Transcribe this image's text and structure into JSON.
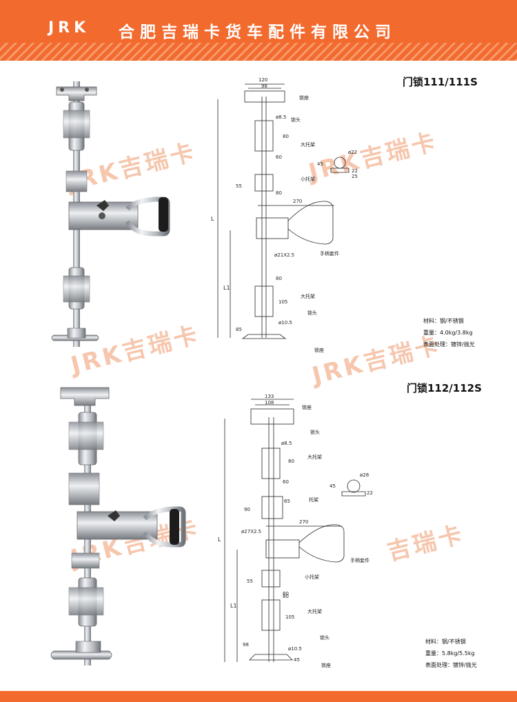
{
  "header": {
    "brand": "JRK",
    "company": "合肥吉瑞卡货车配件有限公司"
  },
  "watermark": {
    "text": "JRK吉瑞卡",
    "short": "吉瑞卡"
  },
  "products": [
    {
      "title": "门锁111/111S",
      "specs": {
        "material": "材料：钢/不锈钢",
        "weight": "重量：4.0kg/3.8kg",
        "surface": "表面处理：镀锌/抛光"
      },
      "labels": {
        "lock_seat": "锁座",
        "lock_head": "锁头",
        "big_bracket": "大托架",
        "small_bracket": "小托架",
        "handle_set": "手柄套件",
        "L": "L",
        "L1": "L1"
      },
      "dims": {
        "d120": "120",
        "d98": "98",
        "d8_5": "ø8.5",
        "d80a": "80",
        "d60": "60",
        "d55": "55",
        "d80b": "80",
        "d270": "270",
        "d21": "ø21X2.5",
        "d80c": "80",
        "d105": "105",
        "d10_5": "ø10.5",
        "d85": "85",
        "d22": "ø22",
        "d45": "45",
        "d22b": "22",
        "d25": "25"
      }
    },
    {
      "title": "门锁112/112S",
      "specs": {
        "material": "材料：钢/不锈钢",
        "weight": "重量：5.8kg/5.5kg",
        "surface": "表面处理：镀锌/抛光"
      },
      "labels": {
        "lock_seat": "锁座",
        "lock_head": "锁头",
        "big_bracket": "大托架",
        "bracket": "托架",
        "small_bracket": "小托架",
        "big_bracket2": "大托架",
        "handle_set": "手柄套件",
        "lock_head2": "锁头",
        "lock_seat2": "锁座",
        "L": "L",
        "L1": "L1"
      },
      "dims": {
        "d133": "133",
        "d108": "108",
        "d8_5": "ø8.5",
        "d80a": "80",
        "d60": "60",
        "d90": "90",
        "d65": "65",
        "d270": "270",
        "d27": "ø27X2.5",
        "d55": "55",
        "d80b": "80",
        "d80c": "80",
        "d105": "105",
        "d10_5": "ø10.5",
        "d98": "98",
        "d45": "45",
        "d28": "ø28",
        "d45b": "45",
        "d22": "22"
      }
    }
  ]
}
